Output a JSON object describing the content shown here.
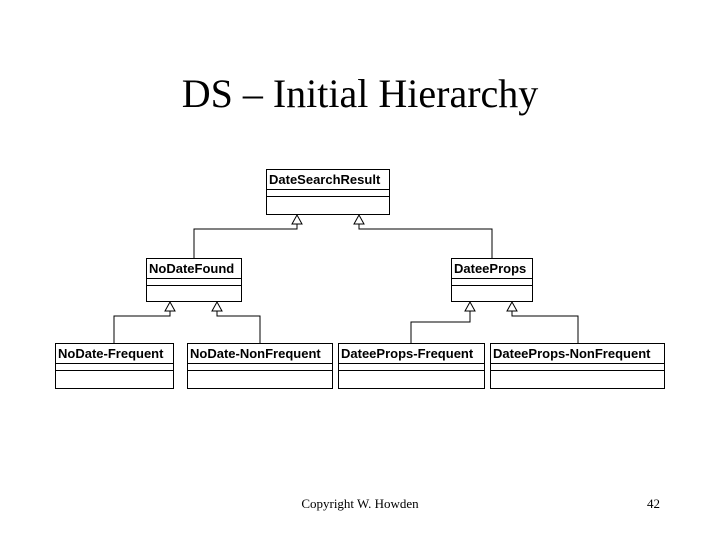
{
  "slide": {
    "title": "DS – Initial Hierarchy",
    "footer": "Copyright W. Howden",
    "page_number": "42"
  },
  "diagram": {
    "classes": {
      "date_search_result": "DateSearchResult",
      "no_date_found": "NoDateFound",
      "datee_props": "DateeProps",
      "no_date_frequent": "NoDate-Frequent",
      "no_date_nonfrequent": "NoDate-NonFrequent",
      "datee_props_frequent": "DateeProps-Frequent",
      "datee_props_nonfrequent": "DateeProps-NonFrequent"
    }
  }
}
